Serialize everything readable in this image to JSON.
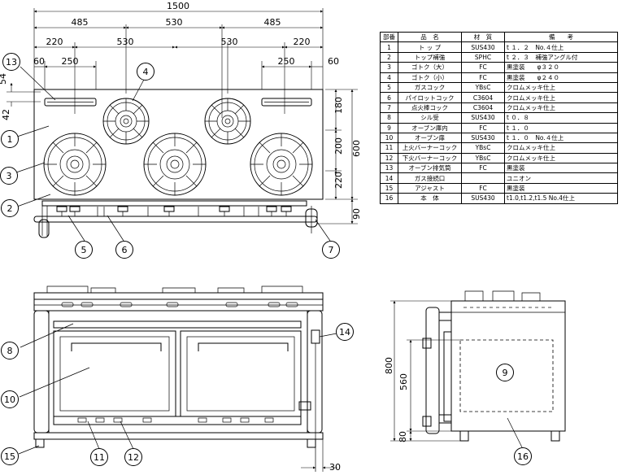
{
  "dims": {
    "total_width": "1500",
    "top_485_left": "485",
    "top_530_mid": "530",
    "top_485_right": "485",
    "d220_left": "220",
    "d530_a": "530",
    "d530_b": "530",
    "d220_right": "220",
    "d60_left": "60",
    "d250_left": "250",
    "d250_right": "250",
    "d60_right": "60",
    "d54": "54",
    "d42": "42",
    "d180": "180",
    "d200": "200",
    "d220_v": "220",
    "d600": "600",
    "d90": "90",
    "d800": "800",
    "d560": "560",
    "d80": "80",
    "d30": "30"
  },
  "parts_table": {
    "headers": [
      "部番",
      "品　名",
      "材　質",
      "備　　考"
    ],
    "rows": [
      {
        "no": "1",
        "name": "ト ッ プ",
        "material": "SUS430",
        "note": "t １．２　No.４仕上"
      },
      {
        "no": "2",
        "name": "トップ補強",
        "material": "SPHC",
        "note": "t ２．３　補強アングル付"
      },
      {
        "no": "3",
        "name": "ゴトク（大）",
        "material": "FC",
        "note": "黒塗装　　φ３２０"
      },
      {
        "no": "4",
        "name": "ゴトク（小）",
        "material": "FC",
        "note": "黒塗装　　φ２４０"
      },
      {
        "no": "5",
        "name": "ガスコック",
        "material": "YBsC",
        "note": "クロムメッキ仕上"
      },
      {
        "no": "6",
        "name": "パイロットコック",
        "material": "C3604",
        "note": "クロムメッキ仕上"
      },
      {
        "no": "7",
        "name": "点火棒コック",
        "material": "C3604",
        "note": "クロムメッキ仕上"
      },
      {
        "no": "8",
        "name": "シル受",
        "material": "SUS430",
        "note": "t ０．８"
      },
      {
        "no": "9",
        "name": "オーブン庫内",
        "material": "FC",
        "note": "t １．０"
      },
      {
        "no": "10",
        "name": "オーブン扉",
        "material": "SUS430",
        "note": "t １．０　No.４仕上"
      },
      {
        "no": "11",
        "name": "上火バーナーコック",
        "material": "YBsC",
        "note": "クロムメッキ仕上"
      },
      {
        "no": "12",
        "name": "下火バーナーコック",
        "material": "YBsC",
        "note": "クロムメッキ仕上"
      },
      {
        "no": "13",
        "name": "オーブン排気筒",
        "material": "FC",
        "note": "黒塗装"
      },
      {
        "no": "14",
        "name": "ガス接続口",
        "material": "",
        "note": "ユニオン"
      },
      {
        "no": "15",
        "name": "アジャスト",
        "material": "FC",
        "note": "黒塗装"
      },
      {
        "no": "16",
        "name": "本　体",
        "material": "SUS430",
        "note": "t1.0,t1.2,t1.5 No.4仕上"
      }
    ]
  },
  "callouts": {
    "c1": "1",
    "c2": "2",
    "c3": "3",
    "c4": "4",
    "c5": "5",
    "c6": "6",
    "c7": "7",
    "c8": "8",
    "c9": "9",
    "c10": "10",
    "c11": "11",
    "c12": "12",
    "c13": "13",
    "c14": "14",
    "c15": "15",
    "c16": "16"
  }
}
